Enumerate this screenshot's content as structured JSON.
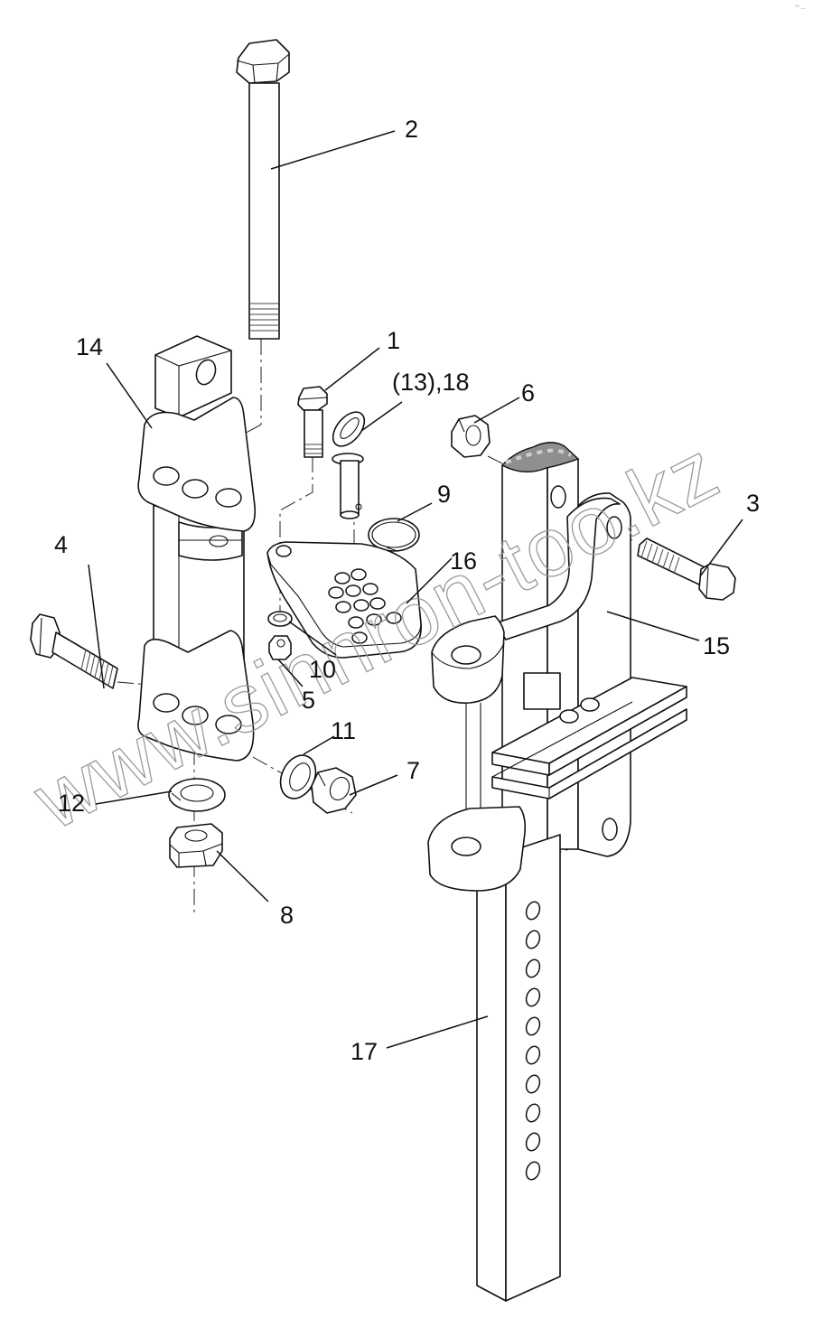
{
  "diagram": {
    "type": "exploded parts diagram",
    "watermark": "www.sinnron-too.kz",
    "corner_mark": "°° ...",
    "callouts": [
      {
        "id": "1",
        "text": "1",
        "part": "small hex bolt"
      },
      {
        "id": "2",
        "text": "2",
        "part": "long hex bolt"
      },
      {
        "id": "3",
        "text": "3",
        "part": "hex bolt (right)"
      },
      {
        "id": "4",
        "text": "4",
        "part": "hex bolt (left)"
      },
      {
        "id": "5",
        "text": "5",
        "part": "small hex nut"
      },
      {
        "id": "6",
        "text": "6",
        "part": "hex nut (top right)"
      },
      {
        "id": "7",
        "text": "7",
        "part": "hex nut"
      },
      {
        "id": "8",
        "text": "8",
        "part": "hex nut (bottom)"
      },
      {
        "id": "9",
        "text": "9",
        "part": "snap ring"
      },
      {
        "id": "10",
        "text": "10",
        "part": "lock washer (small)"
      },
      {
        "id": "11",
        "text": "11",
        "part": "lock washer"
      },
      {
        "id": "12",
        "text": "12",
        "part": "lock washer (bottom)"
      },
      {
        "id": "13_18",
        "text": "(13),18",
        "part": "lock pin with ring"
      },
      {
        "id": "14",
        "text": "14",
        "part": "swivel bracket"
      },
      {
        "id": "15",
        "text": "15",
        "part": "mounting bracket"
      },
      {
        "id": "16",
        "text": "16",
        "part": "adjustment plate"
      },
      {
        "id": "17",
        "text": "17",
        "part": "stabilizer bar"
      }
    ]
  }
}
